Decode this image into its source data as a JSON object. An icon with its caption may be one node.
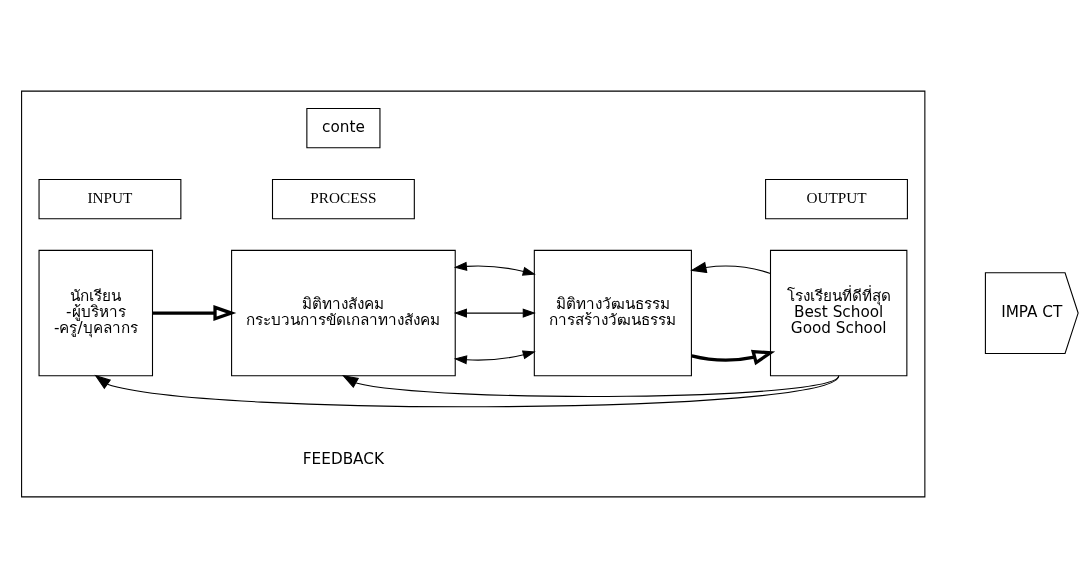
{
  "diagram": {
    "nodes": [
      {
        "text": [],
        "shape": "box"
      },
      {
        "text": [
          "conte"
        ],
        "in": 0
      },
      {
        "text": [
          "INPUT"
        ],
        "in": 0
      },
      {
        "text": [
          "PROCESS"
        ],
        "in": 0
      },
      {
        "text": [
          "OUTPUT"
        ],
        "in": 0
      },
      {
        "text": [
          "นักเรียน",
          "-ผู้บริหาร",
          "-ครู/บุคลากร"
        ],
        "in": 0
      },
      {
        "text": [
          "มิติทางสังคม",
          "กระบวนการขัดเกลาทางสังคม"
        ],
        "in": 0
      },
      {
        "text": [
          "มิติทางวัฒนธรรม",
          "การสร้างวัฒนธรรม"
        ],
        "in": 0
      },
      {
        "text": [
          "โรงเรียนที่ดีที่สุด",
          "Best School",
          "Good School"
        ],
        "in": 0
      },
      {
        "text": [
          "IMPA CT"
        ]
      }
    ],
    "edges": [
      {
        "from": 5,
        "to": 6,
        "arrow": "to",
        "style": "thick"
      },
      {
        "from": 6,
        "to": 7,
        "arrow": "both"
      },
      {
        "from": 6,
        "to": 7,
        "arrow": "both"
      },
      {
        "from": 6,
        "to": 7,
        "arrow": "both"
      },
      {
        "from": 7,
        "to": 8,
        "arrow": "to",
        "style": "thick"
      },
      {
        "from": 8,
        "to": 5,
        "arrow": "to"
      },
      {
        "from": 8,
        "to": 6,
        "arrow": "to"
      },
      {
        "from": 8,
        "to": 7,
        "arrow": "to"
      }
    ],
    "labels": [
      "FEEDBACK"
    ]
  }
}
